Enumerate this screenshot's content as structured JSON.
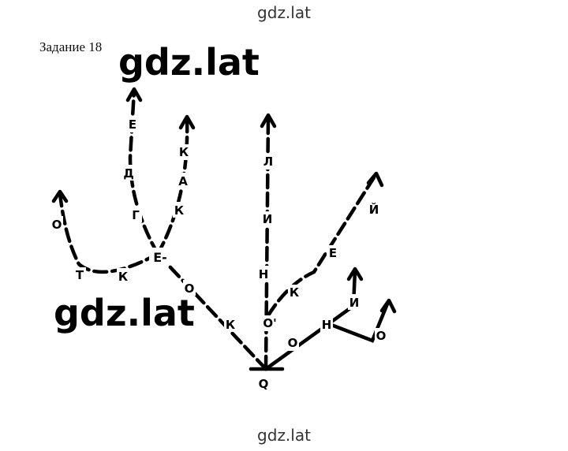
{
  "watermark_top": "gdz.lat",
  "watermark_bottom": "gdz.lat",
  "watermark_overlay_1": "gdz.lat",
  "watermark_overlay_2": "gdz.lat",
  "task_title": "Задание 18",
  "diagram": {
    "root": "Q",
    "labels": {
      "o_top": "О",
      "t": "Т",
      "k_left": "К",
      "e_node": "Е-",
      "g": "Г",
      "d": "Д",
      "e_top": "Е",
      "k_mid": "К",
      "a": "А",
      "k_mid_top": "К",
      "o_branch": "О",
      "k_branch": "К",
      "l": "Л",
      "i_center": "И",
      "n_center": "Н",
      "o_node": "О'",
      "k_right": "К",
      "e_right": "Е",
      "y_right": "Й",
      "o_low": "О",
      "n_low": "Н",
      "i_low": "И",
      "o_end": "О"
    }
  }
}
